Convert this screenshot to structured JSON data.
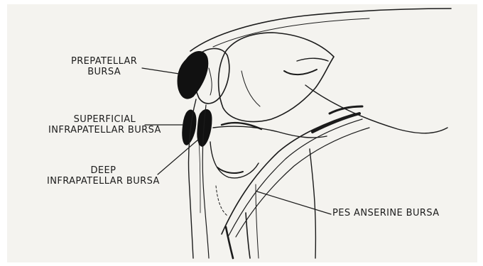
{
  "labels": {
    "prepatellar": {
      "line1": "PREPATELLAR",
      "line2": "BURSA"
    },
    "superficial_infrapatellar": {
      "line1": "SUPERFICIAL",
      "line2": "INFRAPATELLAR BURSA"
    },
    "deep_infrapatellar": {
      "line1": "DEEP",
      "line2": "INFRAPATELLAR BURSA"
    },
    "pes_anserine": {
      "text": "PES ANSERINE BURSA"
    }
  },
  "colors": {
    "ink": "#1b1b1b",
    "paper": "#f4f3ef",
    "bursa_fill": "#111111"
  }
}
